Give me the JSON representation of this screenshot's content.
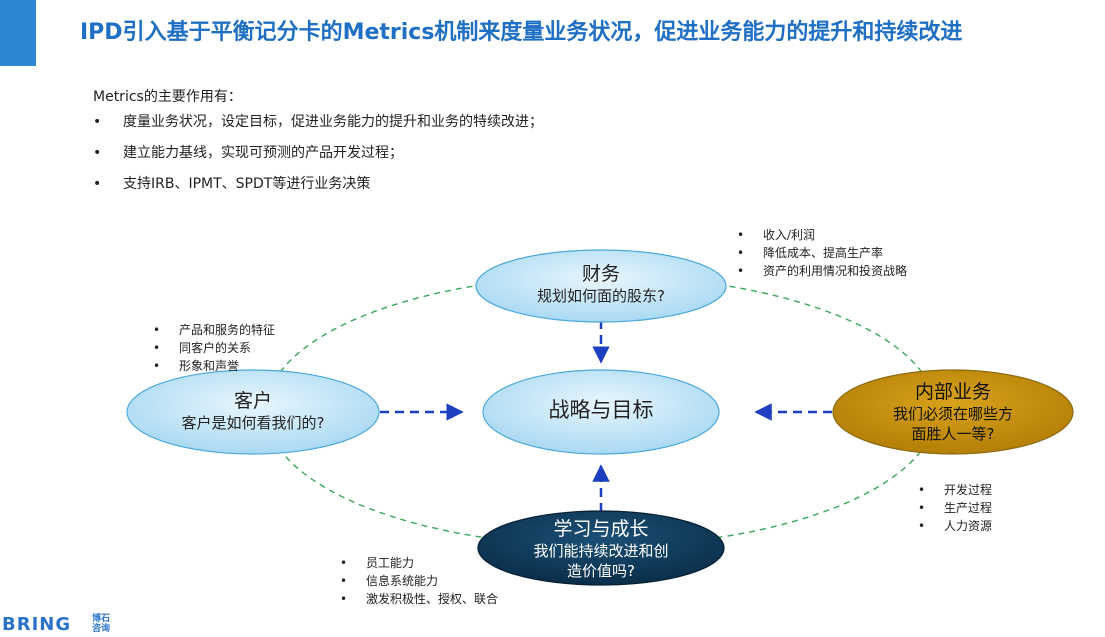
{
  "title": "IPD引入基于平衡记分卡的Metrics机制来度量业务状况，促进业务能力的提升和持续改进",
  "intro": "Metrics的主要作用有：",
  "bullets": [
    "度量业务状况，设定目标，促进业务能力的提升和业务的特续改进；",
    "建立能力基线，实现可预测的产品开发过程；",
    "支持IRB、IPMT、SPDT等进行业务决策"
  ],
  "center": {
    "title": "战略与目标"
  },
  "finance": {
    "title": "财务",
    "question": "规划如何面的股东?",
    "points": [
      "收入/利润",
      "降低成本、提高生产率",
      "资产的利用情况和投资战略"
    ]
  },
  "customer": {
    "title": "客户",
    "question": "客户是如何看我们的?",
    "points": [
      "产品和服务的特征",
      "同客户的关系",
      "形象和声誉"
    ]
  },
  "internal": {
    "title": "内部业务",
    "question_line1": "我们必须在哪些方",
    "question_line2": "面胜人一等?",
    "points": [
      "开发过程",
      "生产过程",
      "人力资源"
    ]
  },
  "learning": {
    "title": "学习与成长",
    "question_line1": "我们能持续改进和创",
    "question_line2": "造价值吗?",
    "points": [
      "员工能力",
      "信息系统能力",
      "激发积极性、授权、联合"
    ]
  },
  "logo": {
    "text": "BRING",
    "mark_line1": "博石",
    "mark_line2": "咨询"
  },
  "colors": {
    "title": "#1f6fc4",
    "light_oval": "#bfe3f7",
    "light_oval_stroke": "#4aa8dd",
    "gold_oval": "#c8900a",
    "navy_oval": "#0e3a5c",
    "arrow": "#1e3fbf",
    "ring": "#3aa85a"
  }
}
